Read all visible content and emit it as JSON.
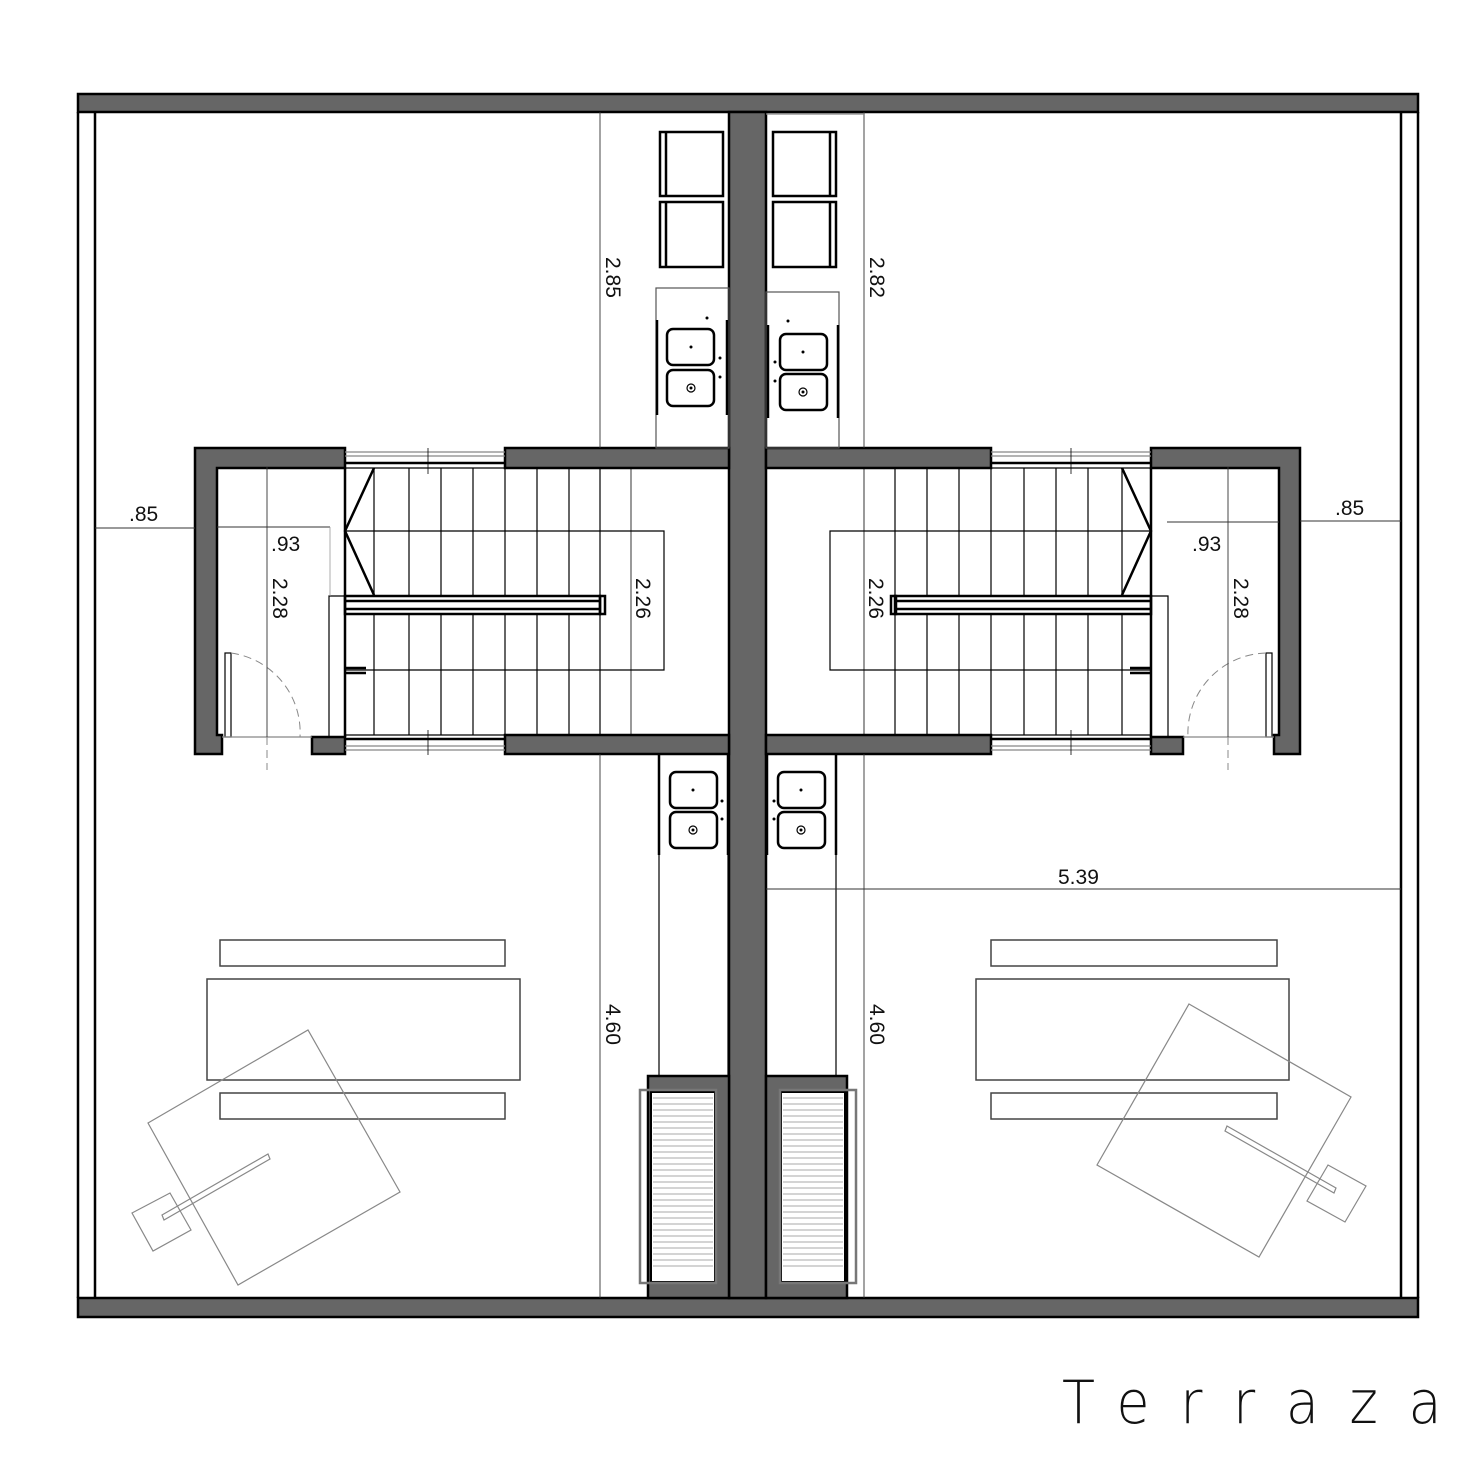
{
  "drawing": {
    "title": "Terraza",
    "type": "architectural floor plan",
    "colors": {
      "wall": "#666666",
      "line": "#000000",
      "furniture_gray": "#888888",
      "background": "#ffffff"
    }
  },
  "dimensions": {
    "left_margin": ".85",
    "right_margin": ".85",
    "left_closet_width": ".93",
    "right_closet_width": ".93",
    "left_closet_depth": "2.28",
    "right_closet_depth": "2.28",
    "left_stair_width": "2.26",
    "right_stair_width": "2.26",
    "left_top_kitchen_length": "2.85",
    "right_top_kitchen_length": "2.82",
    "left_bottom_length": "4.60",
    "right_bottom_length": "4.60",
    "right_terrace_width": "5.39"
  },
  "elements": {
    "units": [
      "left-unit",
      "right-unit"
    ],
    "furniture": [
      "sun-lounger-pair",
      "table",
      "parasol",
      "grill",
      "sink",
      "storage-cabinet"
    ]
  }
}
